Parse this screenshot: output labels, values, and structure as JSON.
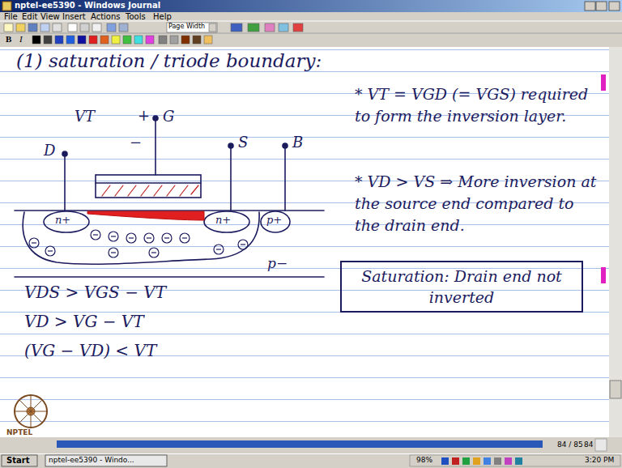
{
  "diagram": {
    "title": "(1) saturation / triode boundary:",
    "nodes": [
      {
        "text": [
          "Saturation: Drain end not inverted"
        ]
      }
    ],
    "labels": [
      "nptel-ee5390 - Windows Journal",
      "File",
      "Edit",
      "View",
      "Insert",
      "Actions",
      "Tools",
      "Help",
      "Page Width",
      "B",
      "I",
      "VT",
      "+",
      "G",
      "−",
      "D",
      "S",
      "B",
      "n+",
      "n+",
      "p+",
      "p−",
      "* VT = VGD (= VGS) required to form the inversion layer.",
      "* VD > VS ⇒ More inversion at the source end compared to the drain end.",
      "VDS > VGS − VT",
      "VD > VG − VT",
      "(VG − VD) < VT",
      "NPTEL",
      "84 / 85",
      "84",
      "Start",
      "nptel-ee5390 - Windo...",
      "98%",
      "3:20 PM"
    ]
  }
}
